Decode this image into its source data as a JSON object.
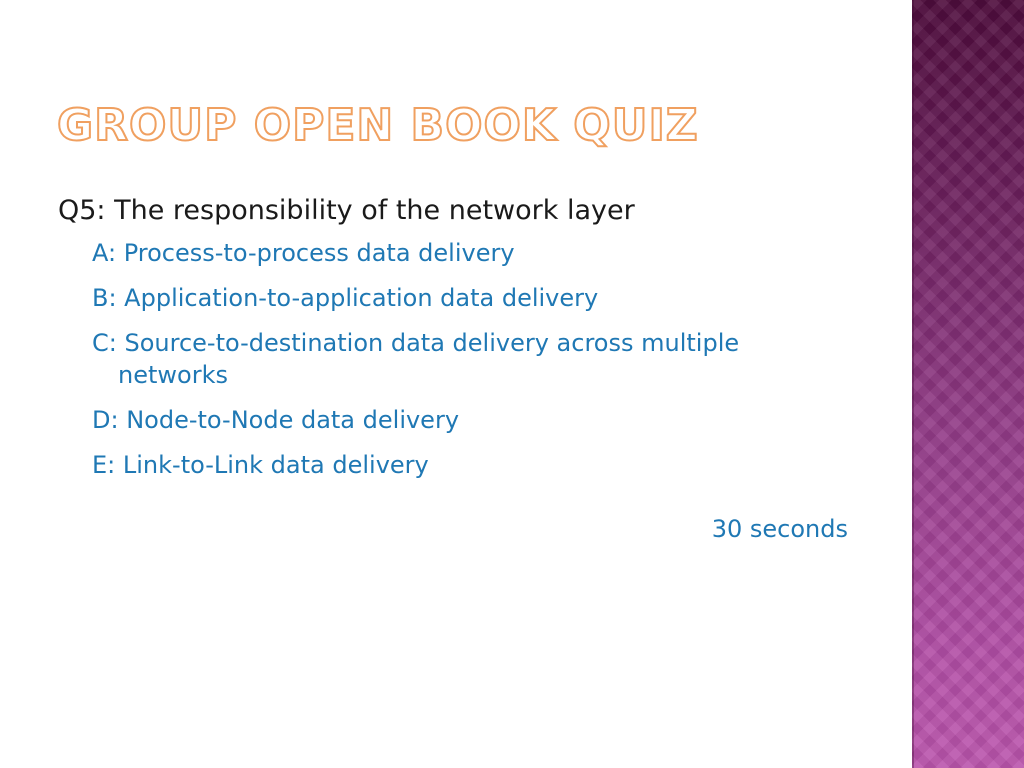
{
  "slide": {
    "title": "Group Open Book Quiz",
    "question": "Q5: The responsibility of the network layer",
    "options": [
      "A: Process-to-process data delivery",
      "B: Application-to-application data delivery",
      "C: Source-to-destination data delivery across multiple networks",
      "D: Node-to-Node data delivery",
      "E: Link-to-Link data delivery"
    ],
    "timer": "30 seconds"
  },
  "colors": {
    "title_outline": "#f0a060",
    "option_text": "#1f78b4",
    "question_text": "#1a1a1a",
    "side_band": "#913a86"
  }
}
